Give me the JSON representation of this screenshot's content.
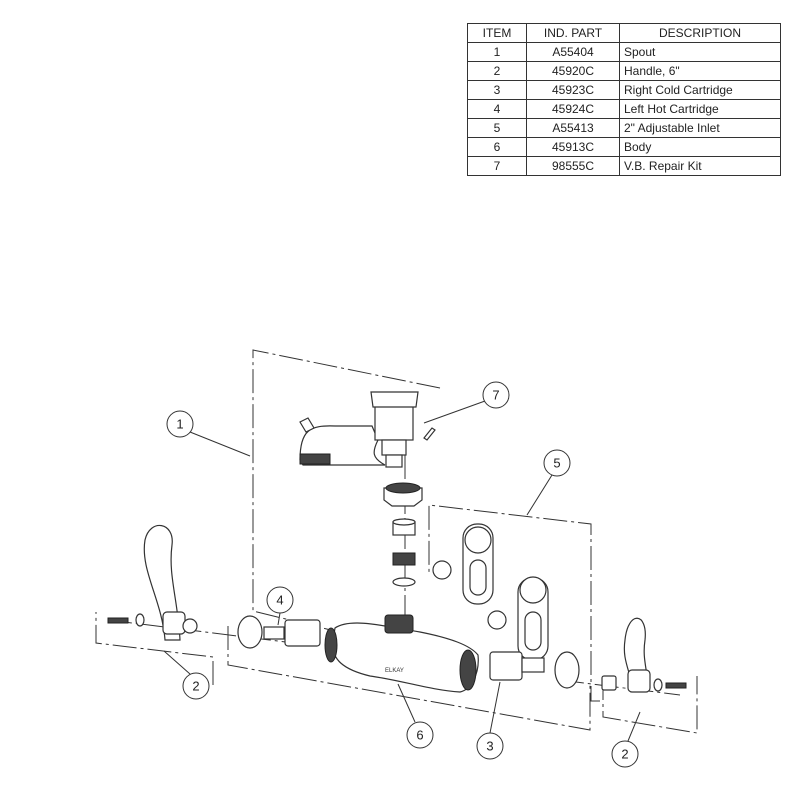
{
  "table": {
    "headers": [
      "ITEM",
      "IND. PART",
      "DESCRIPTION"
    ],
    "rows": [
      {
        "item": "1",
        "part": "A55404",
        "description": "Spout"
      },
      {
        "item": "2",
        "part": "45920C",
        "description": "Handle, 6\""
      },
      {
        "item": "3",
        "part": "45923C",
        "description": "Right Cold Cartridge"
      },
      {
        "item": "4",
        "part": "45924C",
        "description": "Left Hot Cartridge"
      },
      {
        "item": "5",
        "part": "A55413",
        "description": "2\" Adjustable Inlet"
      },
      {
        "item": "6",
        "part": "45913C",
        "description": "Body"
      },
      {
        "item": "7",
        "part": "98555C",
        "description": "V.B. Repair Kit"
      }
    ]
  },
  "diagram": {
    "callouts": {
      "spout": "1",
      "vb_kit": "7",
      "inlet": "5",
      "hot_cartridge": "4",
      "handle_left": "2",
      "body": "6",
      "cold_cartridge": "3",
      "handle_right": "2"
    },
    "body_brand": "ELKAY"
  }
}
